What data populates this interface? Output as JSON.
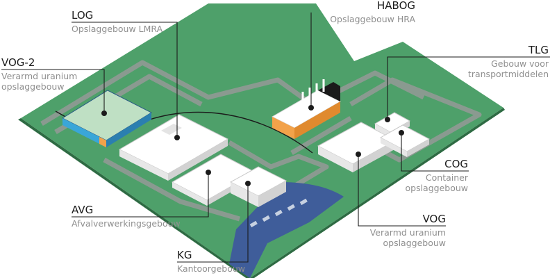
{
  "buildings": {
    "log": {
      "code": "LOG",
      "desc": "Opslaggebouw LMRA"
    },
    "habog": {
      "code": "HABOG",
      "desc": "Opslaggebouw HRA"
    },
    "vog2": {
      "code": "VOG-2",
      "desc1": "Verarmd uranium",
      "desc2": "opslaggebouw"
    },
    "tlg": {
      "code": "TLG",
      "desc1": "Gebouw voor",
      "desc2": "transportmiddelen"
    },
    "cog": {
      "code": "COG",
      "desc1": "Container",
      "desc2": "opslaggebouw"
    },
    "avg": {
      "code": "AVG",
      "desc": "Afvalverwerkingsgebouw"
    },
    "vog": {
      "code": "VOG",
      "desc1": "Verarmd uranium",
      "desc2": "opslaggebouw"
    },
    "kg": {
      "code": "KG",
      "desc": "Kantoorgebouw"
    }
  },
  "colors": {
    "ground": "#4ea06a",
    "ground_dark": "#3f8a58",
    "road": "#8a9a90",
    "water": "#3f5d9a",
    "building": "#ffffff",
    "habog_orange": "#f2a24a",
    "vog2_glass": "#bfe0c4",
    "vog2_side": "#3aa6d8",
    "leader": "#1b1b1b"
  }
}
